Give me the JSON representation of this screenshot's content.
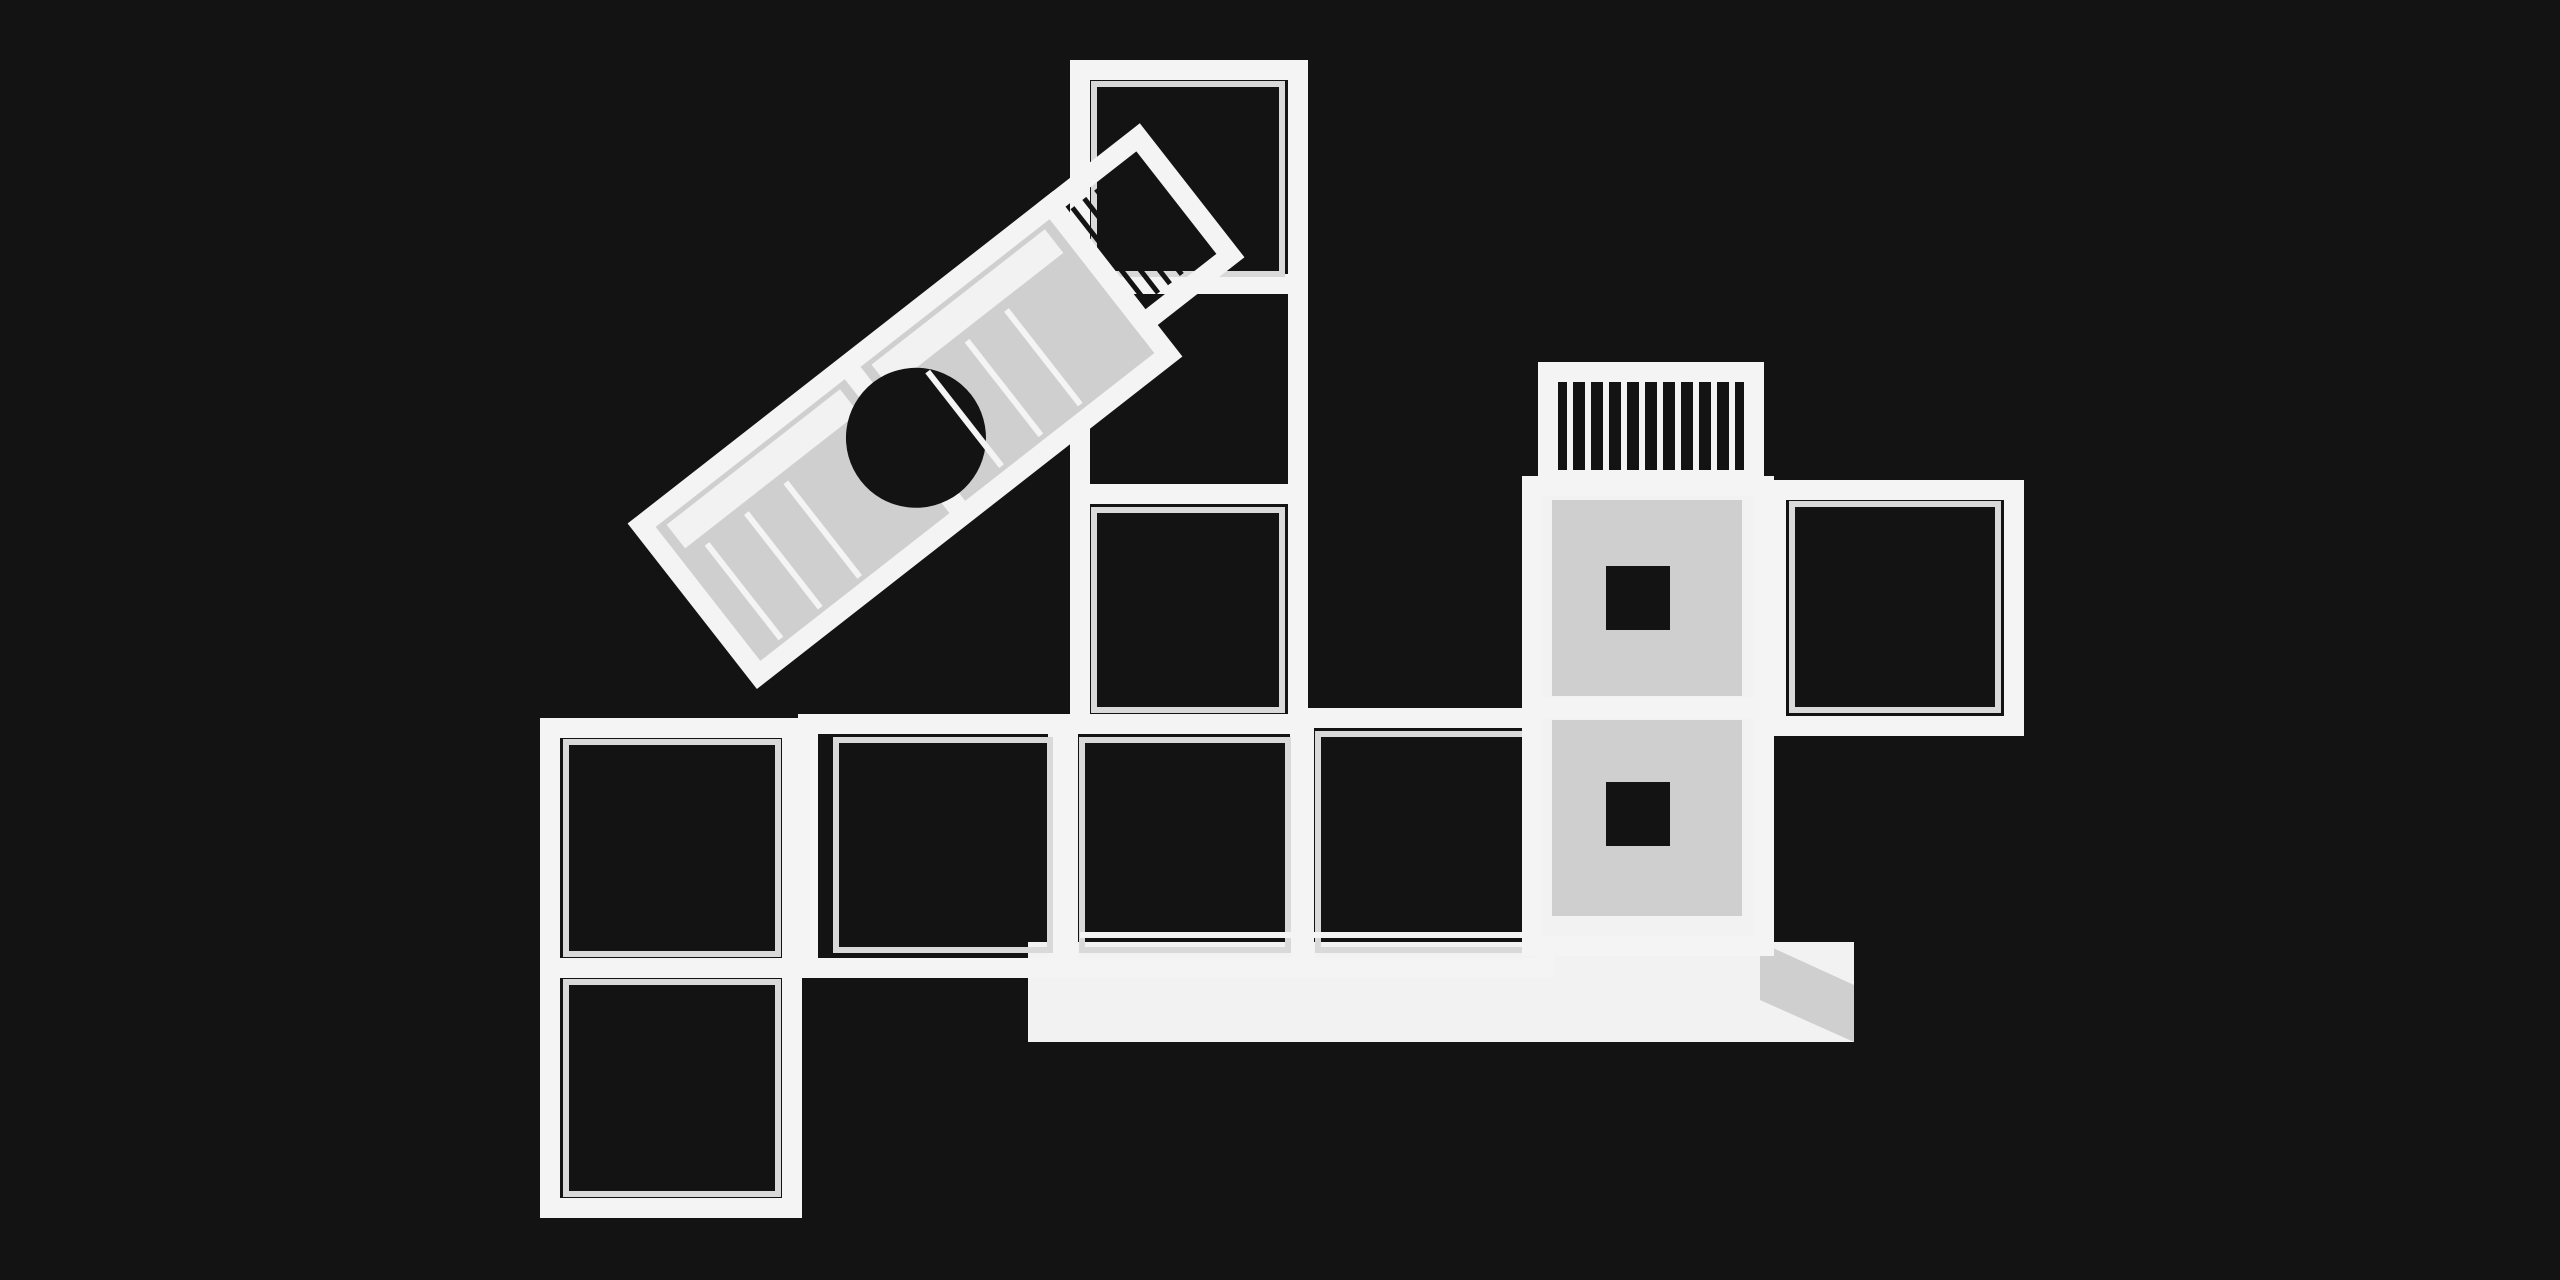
{
  "scene": {
    "kind": "architectural-model-photo",
    "background_color": "#131313",
    "model_color": "#f4f4f4",
    "shadow_color": "#cfcfcf",
    "elements": [
      "base-plinth",
      "module-frames",
      "tower-frames",
      "tilted-module",
      "enclosed-house-module",
      "roof-railing",
      "cantilever-frame"
    ]
  }
}
